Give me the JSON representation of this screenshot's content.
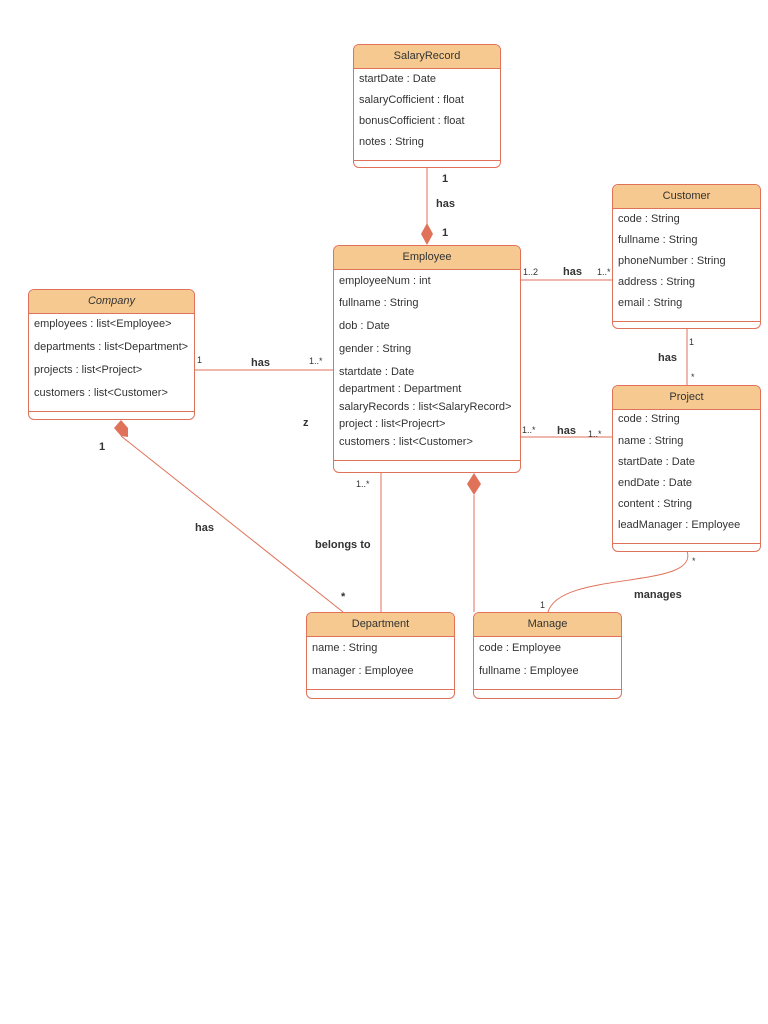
{
  "colors": {
    "header_fill": "#f5c98f",
    "border": "#e0725a",
    "text": "#333333",
    "edge": "#e0725a"
  },
  "classes": {
    "salary_record": {
      "name": "SalaryRecord",
      "attrs": [
        "startDate : Date",
        "salaryCofficient : float",
        "bonusCofficient : float",
        "notes : String"
      ]
    },
    "customer": {
      "name": "Customer",
      "attrs": [
        "code : String",
        "fullname : String",
        "phoneNumber : String",
        "address : String",
        "email : String"
      ]
    },
    "employee": {
      "name": "Employee",
      "attrs": [
        "employeeNum : int",
        "fullname : String",
        "dob : Date",
        "gender : String",
        "startdate : Date",
        "department : Department",
        "salaryRecords : list<SalaryRecord>",
        "project : list<Projecrt>",
        "customers : list<Customer>"
      ]
    },
    "company": {
      "name": "Company",
      "attrs": [
        "employees : list<Employee>",
        "departments : list<Department>",
        "projects : list<Project>",
        "customers : list<Customer>"
      ]
    },
    "project": {
      "name": "Project",
      "attrs": [
        "code : String",
        "name : String",
        "startDate : Date",
        "endDate : Date",
        "content : String",
        "leadManager : Employee"
      ]
    },
    "department": {
      "name": "Department",
      "attrs": [
        "name : String",
        "manager : Employee"
      ]
    },
    "manage": {
      "name": "Manage",
      "attrs": [
        "code : Employee",
        "fullname : Employee"
      ]
    }
  },
  "relations": {
    "salary_has": {
      "label": "has",
      "mult_a": "1",
      "mult_b": "1"
    },
    "emp_customer": {
      "label": "has",
      "mult_a": "1..2",
      "mult_b": "1..*"
    },
    "customer_project": {
      "label": "has",
      "mult_a": "1",
      "mult_b": "*"
    },
    "company_emp": {
      "label": "has",
      "mult_a": "1",
      "mult_b": "1..*"
    },
    "emp_project": {
      "label": "has",
      "mult_a": "1..*",
      "mult_b": "1..*"
    },
    "company_dept": {
      "label": "has",
      "mult_a": "1",
      "mult_b": "*"
    },
    "dept_belongs": {
      "label": "belongs to",
      "mult_a": "1..*"
    },
    "project_manage": {
      "label": "manages",
      "mult_a": "*",
      "mult_b": "1"
    }
  },
  "stray_label": "z"
}
